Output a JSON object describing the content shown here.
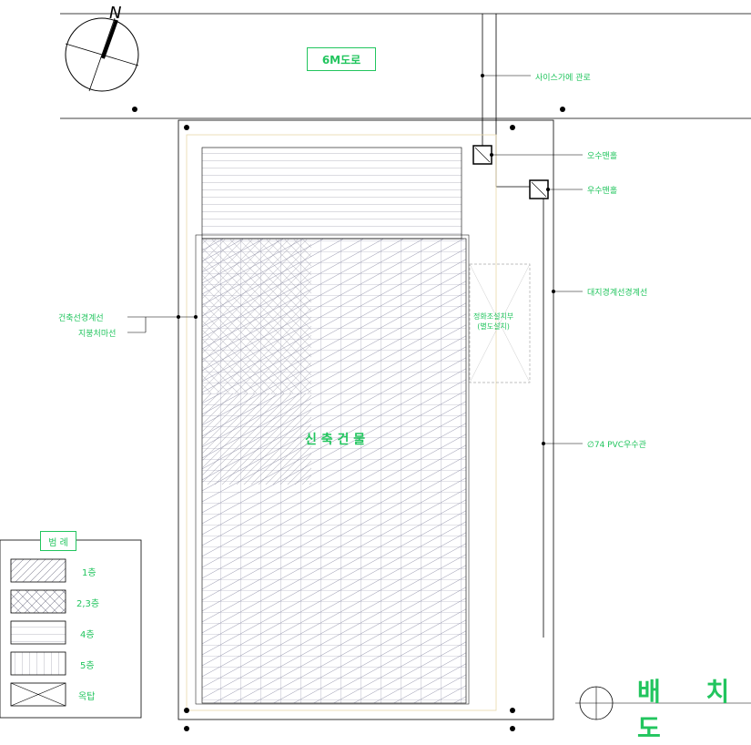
{
  "road_label": "6M도로",
  "north_label": "N",
  "title": "배 치 도",
  "building_label": "신 축 건 물",
  "annotations": {
    "top_right_1": "사이스가에 관로",
    "top_right_2": "오수맨홀",
    "top_right_3": "우수맨홀",
    "right_mid": "대지경계선경계선",
    "right_low": "∅74 PVC우수관",
    "left_1": "건축선경계선",
    "left_2": "지붕처마선",
    "mid_right": "정화조설치부\n(별도설치)"
  },
  "legend": {
    "title": "범 례",
    "items": [
      {
        "label": "1층",
        "pattern": "diag-fine"
      },
      {
        "label": "2,3층",
        "pattern": "cross-diag"
      },
      {
        "label": "4층",
        "pattern": "horizontal"
      },
      {
        "label": "5층",
        "pattern": "vertical"
      },
      {
        "label": "옥탑",
        "pattern": "x-box"
      }
    ]
  },
  "colors": {
    "accent": "#22c55e",
    "line": "#000000",
    "hatch": "#7a7a9a"
  }
}
